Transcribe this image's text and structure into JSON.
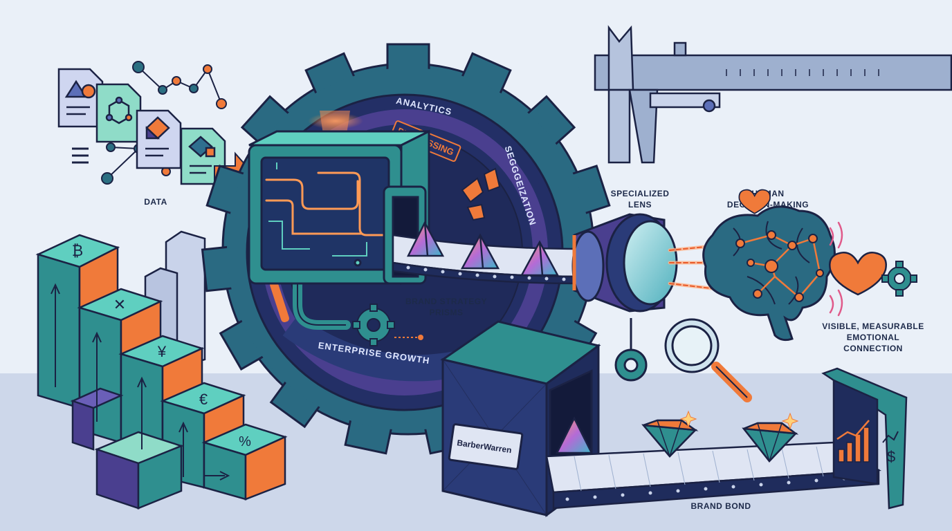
{
  "labels": {
    "data": "DATA",
    "analytics": "ANALYTICS",
    "processing": "PROCESSING",
    "segmentation": "SEGGGEIZATION",
    "enterprise_growth": "ENTERPRISE GROWTH",
    "brand_strategy_line1": "BRAND STRATEGY",
    "brand_strategy_line2": "PRISMS",
    "specialized_lens_line1": "SPECIALIZED",
    "specialized_lens_line2": "LENS",
    "human_line1": "HUMAN",
    "human_line2": "DECISION-MAKING",
    "emotional_line1": "VISIBLE, MEASURABLE",
    "emotional_line2": "EMOTIONAL",
    "emotional_line3": "CONNECTION",
    "box_brand": "BarberWarren",
    "brand_bond": "BRAND BOND"
  },
  "currency_symbols": [
    "₿",
    "✕",
    "¥",
    "€",
    "%"
  ],
  "colors": {
    "teal": "#2f8f8f",
    "navy": "#1f2c5c",
    "purple": "#4a3f8f",
    "orange": "#f07a3a",
    "mint": "#7fd3c4",
    "outline": "#1b2244"
  },
  "icons": [
    "document-icon",
    "network-graph-icon",
    "gear-icon",
    "caliper-icon",
    "lens-icon",
    "brain-icon",
    "heart-icon",
    "magnifier-icon",
    "diamond-icon",
    "prism-icon",
    "growth-chart-icon",
    "dollar-icon"
  ]
}
